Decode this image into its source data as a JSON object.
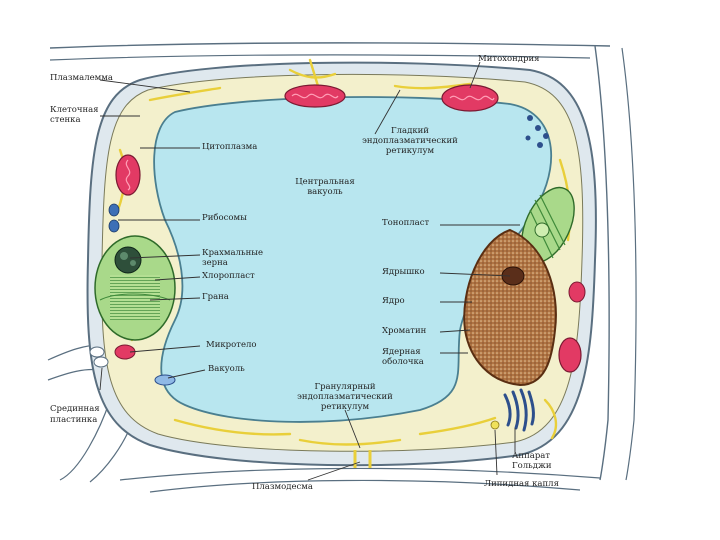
{
  "diagram": {
    "labels": {
      "plasmalemma": "Плазмалемма",
      "cell_wall_1": "Клеточная",
      "cell_wall_2": "стенка",
      "cytoplasm": "Цитоплазма",
      "mitochondrion": "Митохондрия",
      "smooth_er_1": "Гладкий",
      "smooth_er_2": "эндоплазматический",
      "smooth_er_3": "ретикулум",
      "central_vacuole_1": "Центральная",
      "central_vacuole_2": "вакуоль",
      "ribosomes": "Рибосомы",
      "tonoplast": "Тонопласт",
      "starch_grains_1": "Крахмальные",
      "starch_grains_2": "зерна",
      "chloroplast": "Хлоропласт",
      "grana": "Грана",
      "nucleolus": "Ядрышко",
      "nucleus": "Ядро",
      "chromatin": "Хроматин",
      "microbody": "Микротело",
      "nuclear_envelope_1": "Ядерная",
      "nuclear_envelope_2": "оболочка",
      "vacuole": "Вакуоль",
      "rough_er_1": "Гранулярный",
      "rough_er_2": "эндоплазматический",
      "rough_er_3": "ретикулум",
      "middle_lamella_1": "Срединная",
      "middle_lamella_2": "пластинка",
      "golgi_1": "Аппарат",
      "golgi_2": "Гольджи",
      "plasmodesma": "Плазмодесма",
      "lipid_droplet": "Липидная капля"
    },
    "colors": {
      "vacuole": "#b8e6ef",
      "cell_wall": "#dfe8ee",
      "wall_outline": "#5a6f80",
      "cytoplasm": "#f3f0cc",
      "mitochondrion": "#e23a64",
      "chloroplast": "#a9d98a",
      "nucleus": "#a56b3d",
      "er": "#e9cf3a",
      "golgi": "#2d4f8c"
    }
  }
}
